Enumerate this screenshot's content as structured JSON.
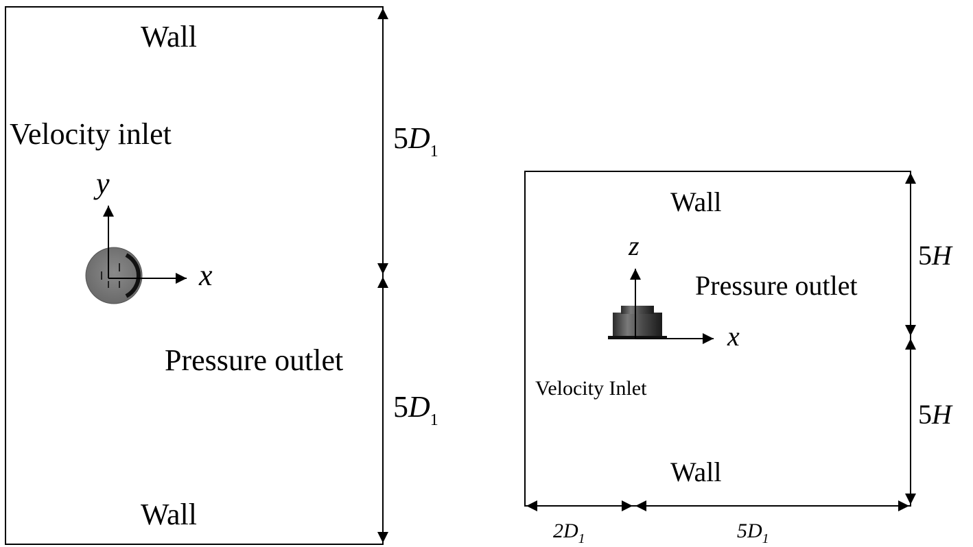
{
  "left_panel": {
    "wall_top": "Wall",
    "inlet": "Velocity inlet",
    "outlet": "Pressure outlet",
    "wall_bottom": "Wall",
    "axis_y": "y",
    "axis_x": "x",
    "dim_upper": {
      "coef": "5",
      "sym": "D",
      "sub": "1"
    },
    "dim_lower": {
      "coef": "5",
      "sym": "D",
      "sub": "1"
    }
  },
  "right_panel": {
    "wall_top": "Wall",
    "outlet": "Pressure outlet",
    "inlet": "Velocity Inlet",
    "wall_bottom": "Wall",
    "axis_z": "z",
    "axis_x": "x",
    "dim_upper": {
      "coef": "5",
      "sym": "H"
    },
    "dim_lower": {
      "coef": "5",
      "sym": "H"
    },
    "dim_left": {
      "coef": "2",
      "sym": "D",
      "sub": "1"
    },
    "dim_right": {
      "coef": "5",
      "sym": "D",
      "sub": "1"
    }
  }
}
